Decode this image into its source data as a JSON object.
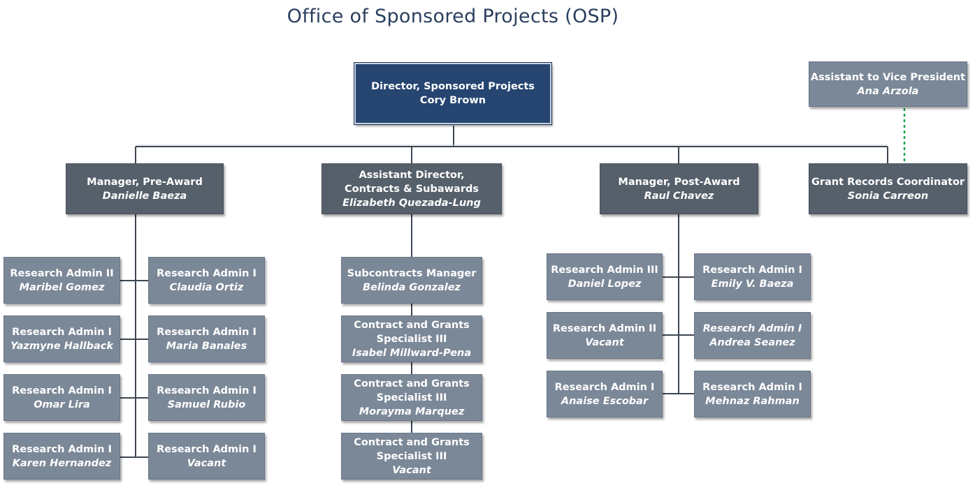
{
  "title": "Office of Sponsored Projects (OSP)",
  "colors": {
    "director": "#264571",
    "manager": "#55606b",
    "staff": "#7b8898",
    "connector": "#3d4650",
    "dotted": "#19a34a"
  },
  "director": {
    "role": "Director, Sponsored Projects",
    "name": "Cory Brown"
  },
  "assistant_vp": {
    "role": "Assistant to Vice President",
    "name": "Ana Arzola"
  },
  "grant_records": {
    "role": "Grant Records Coordinator",
    "name": "Sonia Carreon"
  },
  "pre_award": {
    "manager": {
      "role": "Manager, Pre-Award",
      "name": "Danielle Baeza"
    },
    "staff_left": [
      {
        "role": "Research Admin II",
        "name": "Maribel Gomez"
      },
      {
        "role": "Research Admin I",
        "name": "Yazmyne Hallback"
      },
      {
        "role": "Research Admin I",
        "name": "Omar Lira"
      },
      {
        "role": "Research Admin I",
        "name": "Karen Hernandez"
      }
    ],
    "staff_right": [
      {
        "role": "Research Admin I",
        "name": "Claudia Ortiz"
      },
      {
        "role": "Research Admin I",
        "name": "Maria Banales"
      },
      {
        "role": "Research Admin I",
        "name": "Samuel Rubio"
      },
      {
        "role": "Research Admin I",
        "name": "Vacant"
      }
    ]
  },
  "contracts": {
    "manager": {
      "role_line1": "Assistant Director,",
      "role_line2": "Contracts & Subawards",
      "name": "Elizabeth Quezada-Lung"
    },
    "staff": [
      {
        "role_line1": "Subcontracts Manager",
        "role_line2": "",
        "name": "Belinda Gonzalez"
      },
      {
        "role_line1": "Contract and Grants",
        "role_line2": "Specialist III",
        "name": "Isabel Millward-Pena"
      },
      {
        "role_line1": "Contract and Grants",
        "role_line2": "Specialist III",
        "name": "Morayma Marquez"
      },
      {
        "role_line1": "Contract and Grants",
        "role_line2": "Specialist III",
        "name": "Vacant"
      }
    ]
  },
  "post_award": {
    "manager": {
      "role": "Manager, Post-Award",
      "name": "Raul Chavez"
    },
    "staff_left": [
      {
        "role": "Research Admin III",
        "name": "Daniel Lopez"
      },
      {
        "role": "Research Admin II",
        "name": "Vacant"
      },
      {
        "role": "Research Admin I",
        "name": "Anaise Escobar"
      }
    ],
    "staff_right": [
      {
        "role": "Research Admin I",
        "name": "Emily V. Baeza"
      },
      {
        "role": "Research Admin I",
        "name": "Andrea Seanez"
      },
      {
        "role": "Research Admin I",
        "name": "Mehnaz Rahman"
      }
    ]
  }
}
